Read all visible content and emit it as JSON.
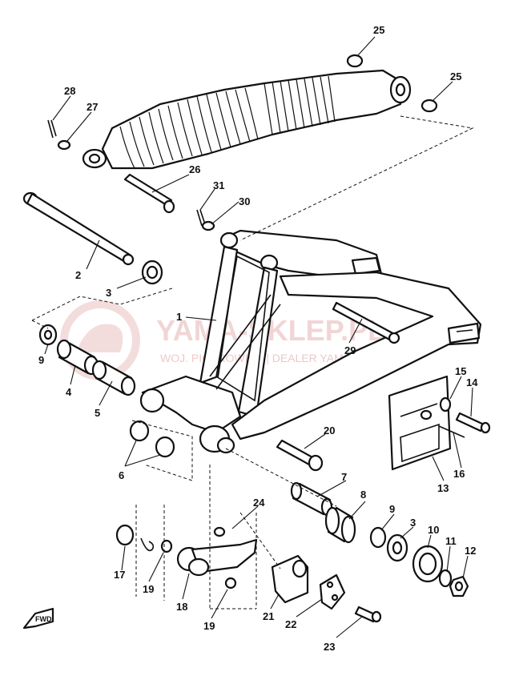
{
  "watermark": {
    "brand": "YAMA-SKLEP.PL",
    "tagline": "WOJ. PIOTROWICZ | DEALER YAMAHA"
  },
  "fwd_label": "FWD",
  "callouts": {
    "c1": "1",
    "c2": "2",
    "c3a": "3",
    "c3b": "3",
    "c4": "4",
    "c5": "5",
    "c6": "6",
    "c7": "7",
    "c8": "8",
    "c9a": "9",
    "c9b": "9",
    "c10": "10",
    "c11": "11",
    "c12": "12",
    "c13": "13",
    "c14": "14",
    "c15": "15",
    "c16": "16",
    "c17": "17",
    "c18": "18",
    "c19a": "19",
    "c19b": "19",
    "c20": "20",
    "c21": "21",
    "c22": "22",
    "c23": "23",
    "c24": "24",
    "c25a": "25",
    "c25b": "25",
    "c26": "26",
    "c27": "27",
    "c28": "28",
    "c29": "29",
    "c30": "30",
    "c31": "31"
  },
  "colors": {
    "line": "#111111",
    "watermark": "#e6b3b3"
  }
}
